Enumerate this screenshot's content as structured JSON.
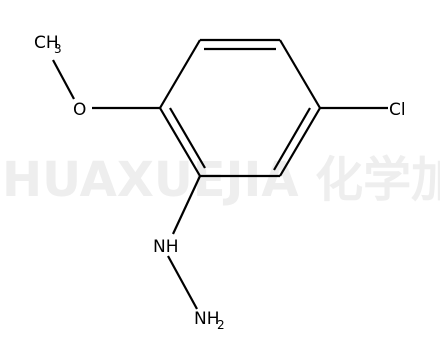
{
  "molecule": {
    "labels": {
      "methyl": "CH",
      "methyl_sub": "3",
      "oxygen": "O",
      "chlorine": "Cl",
      "nh": "NH",
      "nh2": "NH",
      "nh2_sub": "2"
    }
  },
  "watermark": {
    "text": "HUAXUEJIA 化学加"
  },
  "colors": {
    "bond": "#000000",
    "watermark": "#eeeeee",
    "background": "#ffffff"
  }
}
